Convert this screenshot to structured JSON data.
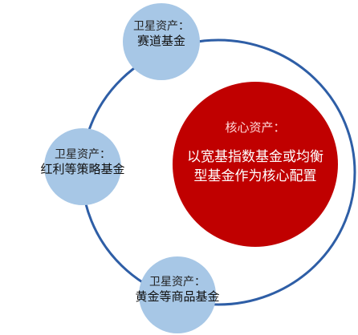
{
  "core": {
    "title": "核心资产：",
    "body": "以宽基指数基金或均衡型基金作为核心配置",
    "color": "#c00000"
  },
  "satellites": [
    {
      "title": "卫星资产：",
      "body": "赛道基金"
    },
    {
      "title": "卫星资产：",
      "body": "红利等策略基金"
    },
    {
      "title": "卫星资产：",
      "body": "黄金等商品基金"
    }
  ],
  "colors": {
    "orbit": "#2e5ea6",
    "satellite_fill": "#a7c7e6",
    "core_fill": "#c00000"
  }
}
